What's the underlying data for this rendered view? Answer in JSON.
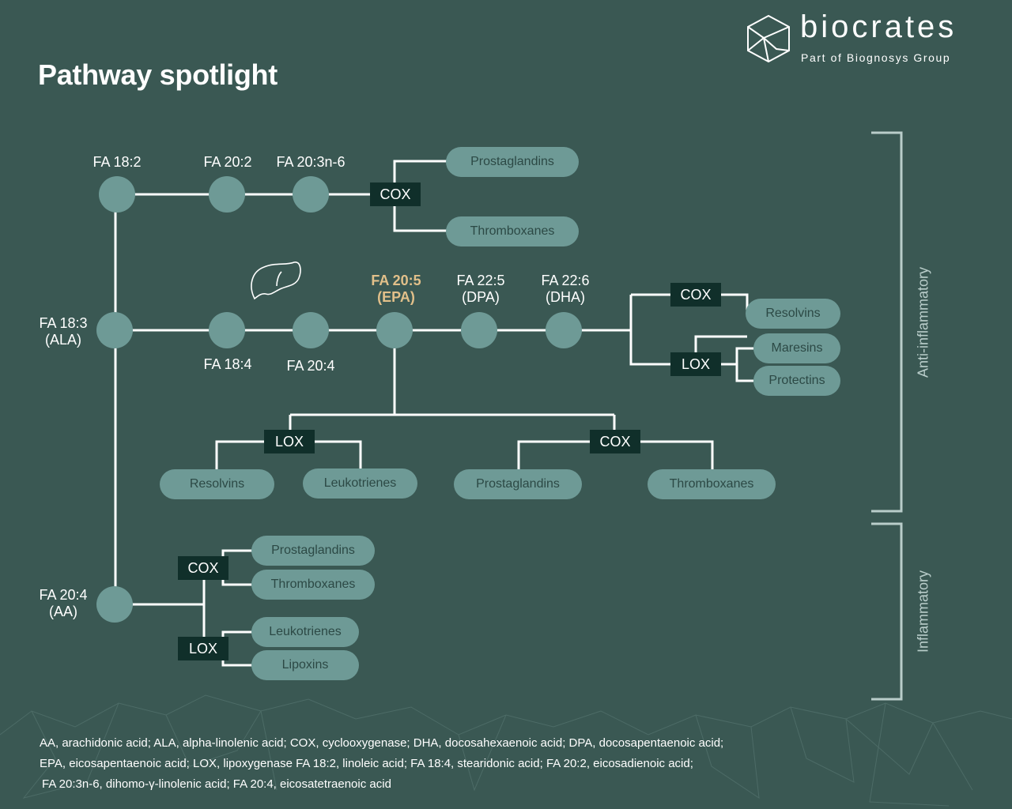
{
  "title": "Pathway spotlight",
  "logo": {
    "name": "biocrates",
    "tagline": "Part of Biognosys Group"
  },
  "colors": {
    "background": "#3a5853",
    "node": "#6e9a96",
    "enzyme_box": "#102f2a",
    "highlight": "#e2c08a",
    "line": "#ffffff",
    "bracket": "#b9cdca"
  },
  "icons": {
    "organ": "liver-icon",
    "logo": "hexagon-logo-icon"
  },
  "nodes": {
    "fa18_2": "FA 18:2",
    "fa20_2": "FA 20:2",
    "fa20_3n6": "FA 20:3n-6",
    "fa18_3": "FA 18:3",
    "fa18_3_abbr": "(ALA)",
    "fa18_4": "FA 18:4",
    "fa20_4_omega3": "FA 20:4",
    "fa20_5": "FA 20:5",
    "fa20_5_abbr": "(EPA)",
    "fa22_5": "FA 22:5",
    "fa22_5_abbr": "(DPA)",
    "fa22_6": "FA 22:6",
    "fa22_6_abbr": "(DHA)",
    "fa20_4_aa": "FA 20:4",
    "fa20_4_aa_abbr": "(AA)"
  },
  "enzymes": {
    "cox": "COX",
    "lox": "LOX"
  },
  "products": {
    "prostaglandins": "Prostaglandins",
    "thromboxanes": "Thromboxanes",
    "resolvins": "Resolvins",
    "maresins": "Maresins",
    "protectins": "Protectins",
    "leukotrienes": "Leukotrienes",
    "lipoxins": "Lipoxins"
  },
  "brackets": {
    "anti_inflammatory": "Anti-inflammatory",
    "inflammatory": "Inflammatory"
  },
  "footnote": [
    "AA, arachidonic acid; ALA, alpha-linolenic acid; COX, cyclooxygenase; DHA, docosahexaenoic acid; DPA, docosapentaenoic acid;",
    "EPA, eicosapentaenoic acid; LOX, lipoxygenase FA 18:2, linoleic acid; FA 18:4, stearidonic acid;  FA 20:2, eicosadienoic acid;",
    "FA 20:3n-6, dihomo-γ-linolenic acid; FA 20:4, eicosatetraenoic acid"
  ]
}
